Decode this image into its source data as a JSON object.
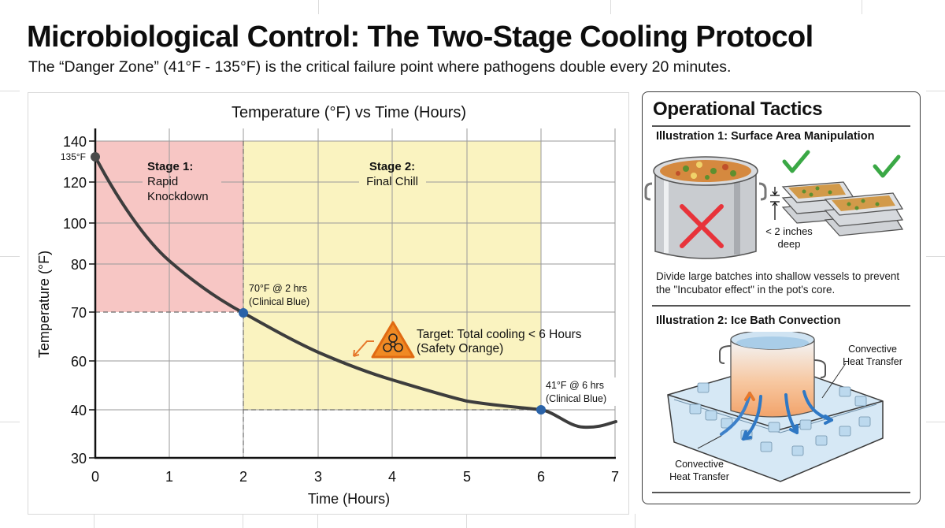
{
  "header": {
    "title": "Microbiological Control: The Two-Stage Cooling Protocol",
    "subtitle": "The “Danger Zone” (41°F - 135°F) is the critical failure point where pathogens double every 20 minutes."
  },
  "chart_data": {
    "type": "line",
    "title": "Temperature (°F) vs Time (Hours)",
    "xlabel": "Time (Hours)",
    "ylabel": "Temperature (°F)",
    "x_ticks": [
      "0",
      "1",
      "2",
      "3",
      "4",
      "5",
      "6",
      "7"
    ],
    "y_ticks": [
      "140",
      "120",
      "100",
      "80",
      "70",
      "60",
      "40",
      "30"
    ],
    "xlim": [
      0,
      7
    ],
    "ylim": [
      30,
      140
    ],
    "grid": true,
    "series": [
      {
        "name": "Cooling curve",
        "color": "#3d3d3d",
        "x": [
          0,
          0.5,
          1,
          1.5,
          2,
          2.5,
          3,
          3.5,
          4,
          4.5,
          5,
          5.5,
          6,
          6.3,
          6.6,
          7
        ],
        "y": [
          135,
          112,
          95,
          80,
          70,
          66,
          62,
          59,
          56,
          53,
          50,
          46,
          41,
          37,
          36,
          37
        ]
      }
    ],
    "regions": [
      {
        "name": "Stage 1",
        "label_bold": "Stage 1:",
        "label": "Rapid Knockdown",
        "x": [
          0,
          2
        ],
        "y": [
          70,
          140
        ],
        "color": "#f7c6c4"
      },
      {
        "name": "Stage 2",
        "label_bold": "Stage 2:",
        "label": "Final Chill",
        "x": [
          2,
          6
        ],
        "y": [
          40,
          140
        ],
        "color": "#faf3c0"
      }
    ],
    "annotations": [
      {
        "text": "135°F",
        "x": 0,
        "y": 135
      },
      {
        "text": "70°F @ 2 hrs",
        "text2": "(Clinical Blue)",
        "x": 2,
        "y": 70,
        "marker_color": "#2a63a8"
      },
      {
        "text": "41°F @ 6 hrs",
        "text2": "(Clinical Blue)",
        "x": 6,
        "y": 41,
        "marker_color": "#2a63a8"
      },
      {
        "text": "Target: Total cooling < 6 Hours",
        "text2": "(Safety Orange)",
        "icon": "biohazard-warning-icon",
        "color": "#f08a24"
      }
    ]
  },
  "tactics": {
    "title": "Operational Tactics",
    "illustration1": {
      "heading": "Illustration 1: Surface Area Manipulation",
      "depth_label_1": "< 2 inches",
      "depth_label_2": "deep",
      "description": "Divide large batches into shallow vessels to prevent the \"Incubator effect\" in the pot's core."
    },
    "illustration2": {
      "heading": "Illustration 2: Ice Bath Convection",
      "label_top_1": "Convective",
      "label_top_2": "Heat Transfer",
      "label_bottom_1": "Convective",
      "label_bottom_2": "Heat Transfer"
    }
  },
  "colors": {
    "stage1_red": "#f7c6c4",
    "stage2_yellow": "#faf3c0",
    "clinical_blue": "#2a63a8",
    "safety_orange": "#f08a24",
    "check_green": "#3aa845",
    "cross_red": "#e8333a"
  }
}
